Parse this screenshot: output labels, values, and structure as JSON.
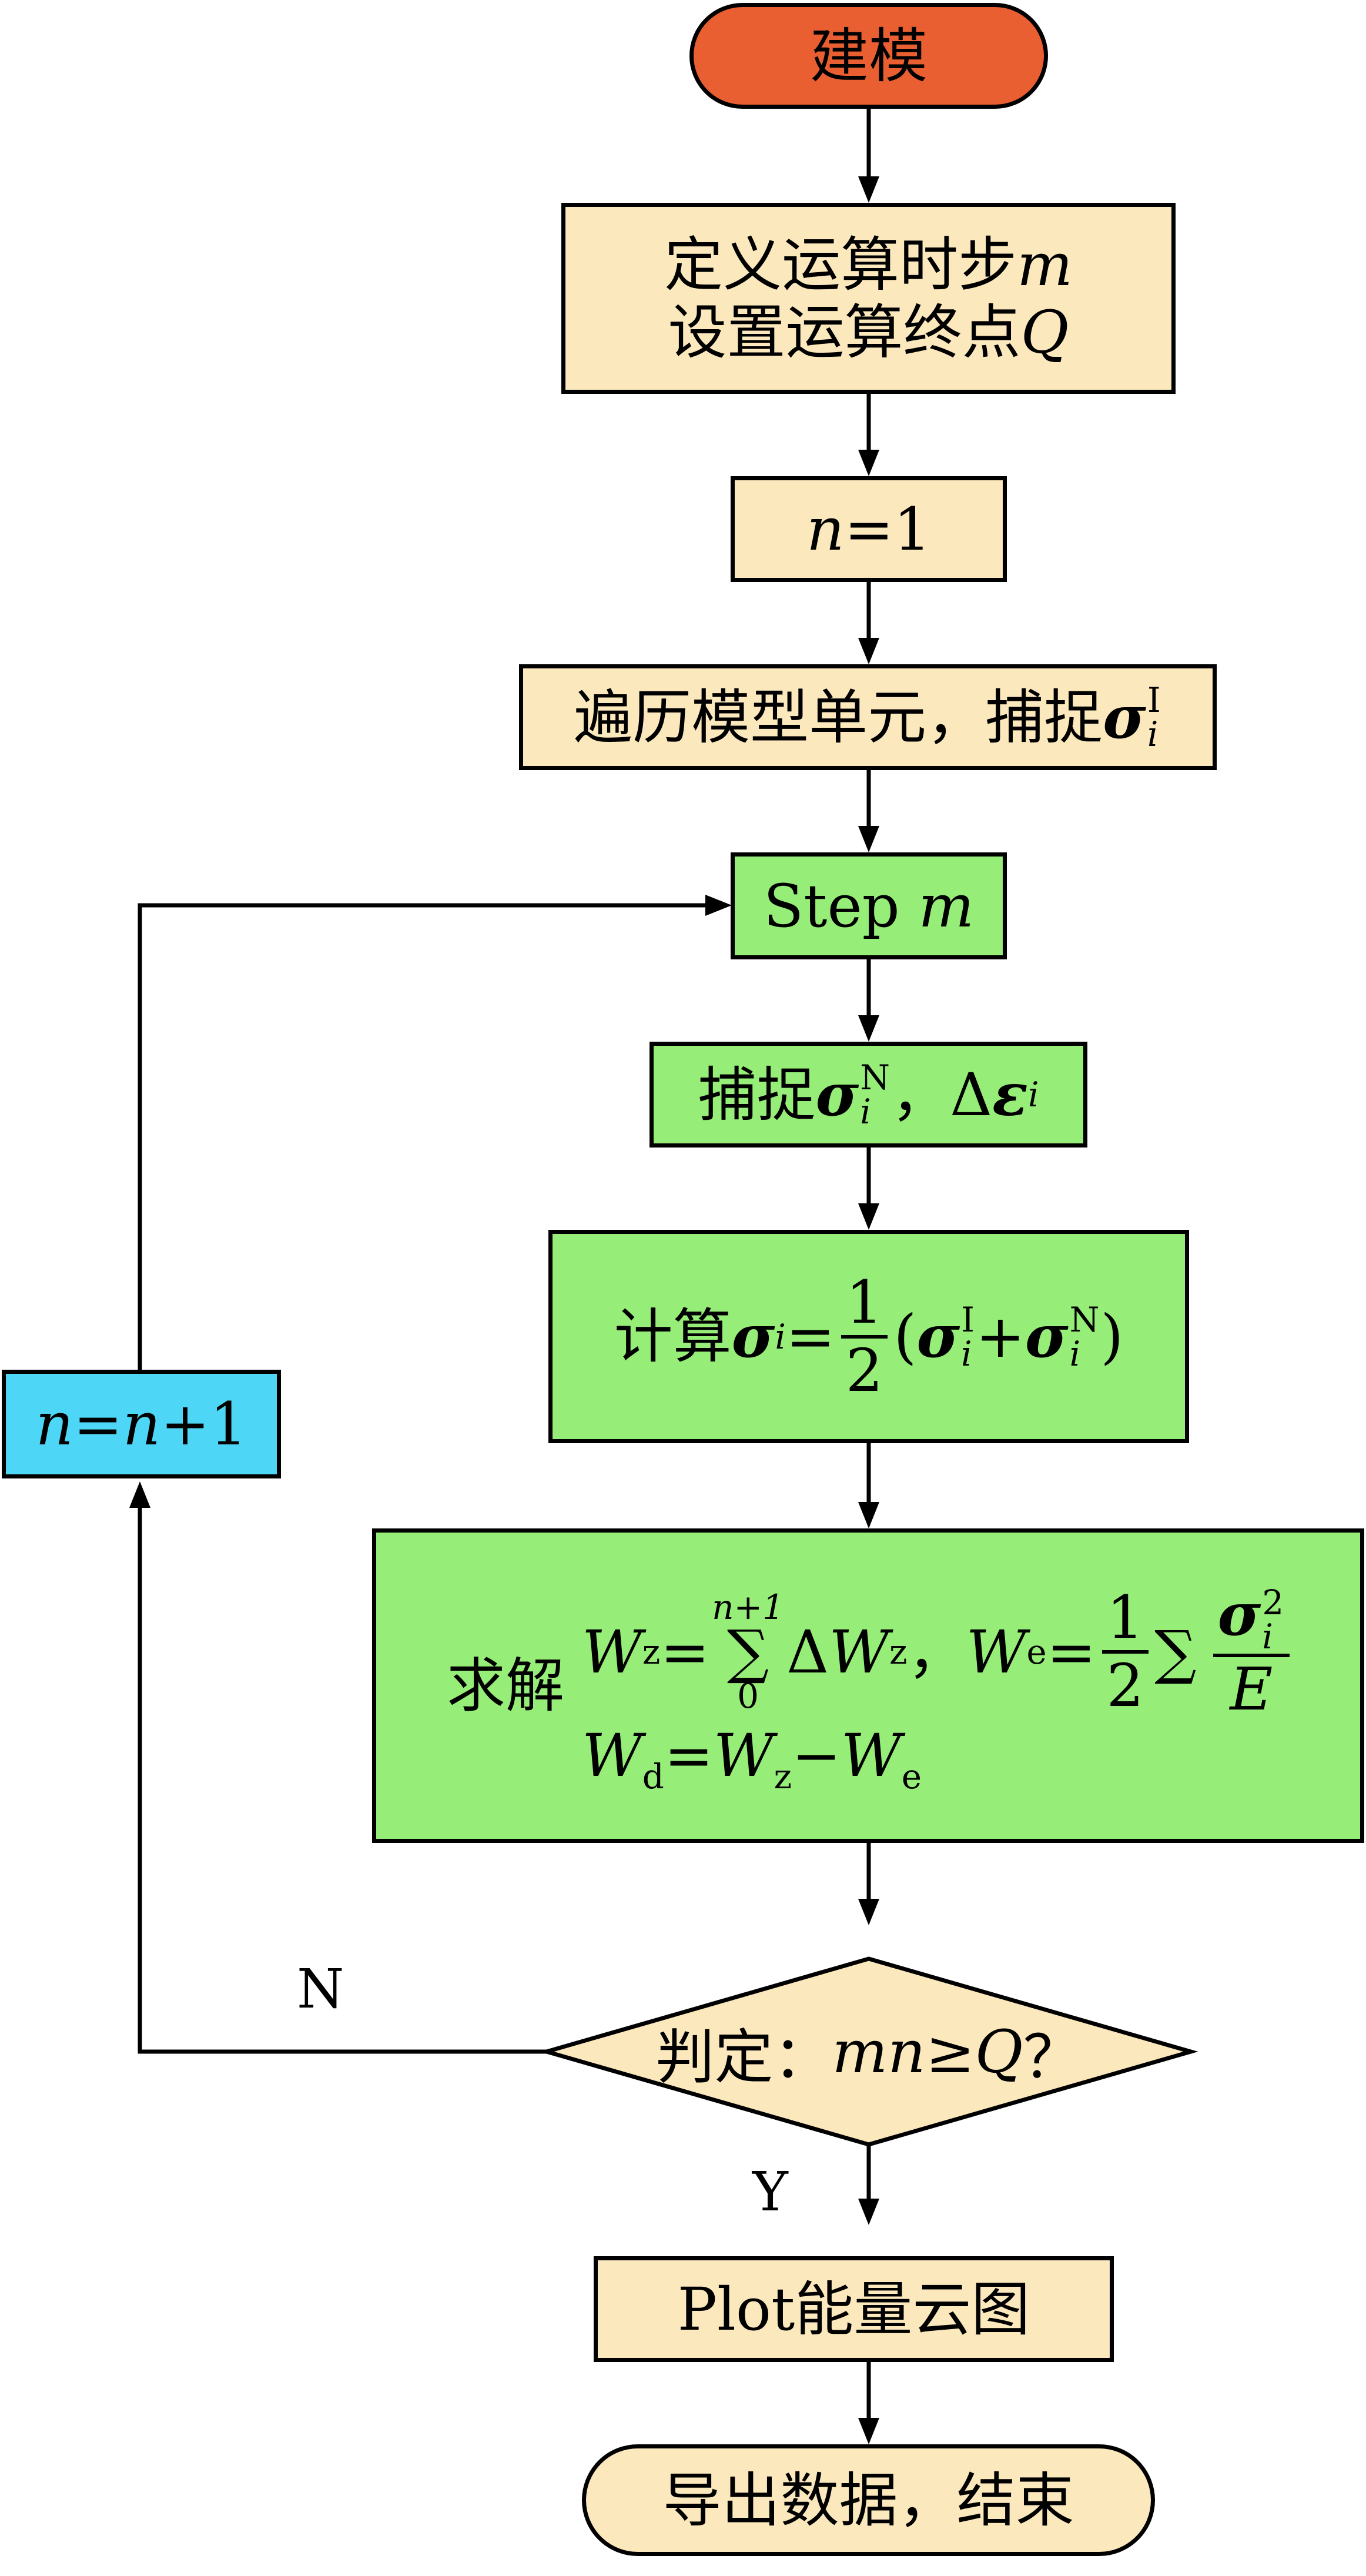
{
  "nodes": {
    "start": {
      "text": "建模"
    },
    "define": {
      "line1_text": "定义运算时步",
      "line1_var": "m",
      "line2_text": "设置运算终点",
      "line2_var": "Q"
    },
    "init": {
      "var": "n",
      "rest": "=1"
    },
    "traverse": {
      "text": "遍历模型单元，捕捉",
      "sym": "σ",
      "sub": "i",
      "sup": "I"
    },
    "step": {
      "text": "Step ",
      "var": "m"
    },
    "capture": {
      "text": "捕捉",
      "sym": "σ",
      "sub": "i",
      "sup": "N",
      "sep": "，",
      "delta": "Δ",
      "sym2": "ε",
      "sub2": "i"
    },
    "compute": {
      "text": "计算",
      "sym": "σ",
      "sub": "i",
      "eq": "=",
      "num": "1",
      "den": "2",
      "lp": "(",
      "plus": "+",
      "rp": ")",
      "supI": "I",
      "supN": "N"
    },
    "solve": {
      "text": "求解",
      "W": "W",
      "sub_z": "z",
      "sub_e": "e",
      "sub_d": "d",
      "eq": "=",
      "sum_top": "n+1",
      "sum_sym": "∑",
      "sum_bot": "0",
      "delta": "Δ",
      "comma": "，",
      "num": "1",
      "den": "2",
      "sum2": "∑",
      "sym": "σ",
      "sub": "i",
      "sup": "2",
      "E": "E",
      "minus": "−"
    },
    "decision": {
      "text": "判定：",
      "var": "mn",
      "op": "≥",
      "var2": "Q",
      "q": "？"
    },
    "increment": {
      "var": "n",
      "eq": "=",
      "var2": "n",
      "rest": "+1"
    },
    "plot": {
      "text": "Plot能量云图"
    },
    "end": {
      "text": "导出数据，结束"
    }
  },
  "labels": {
    "no": "N",
    "yes": "Y"
  },
  "colors": {
    "tan": "#fbe8bd",
    "green": "#96ee78",
    "orange": "#e95f32",
    "cyan": "#4dd6f5"
  }
}
